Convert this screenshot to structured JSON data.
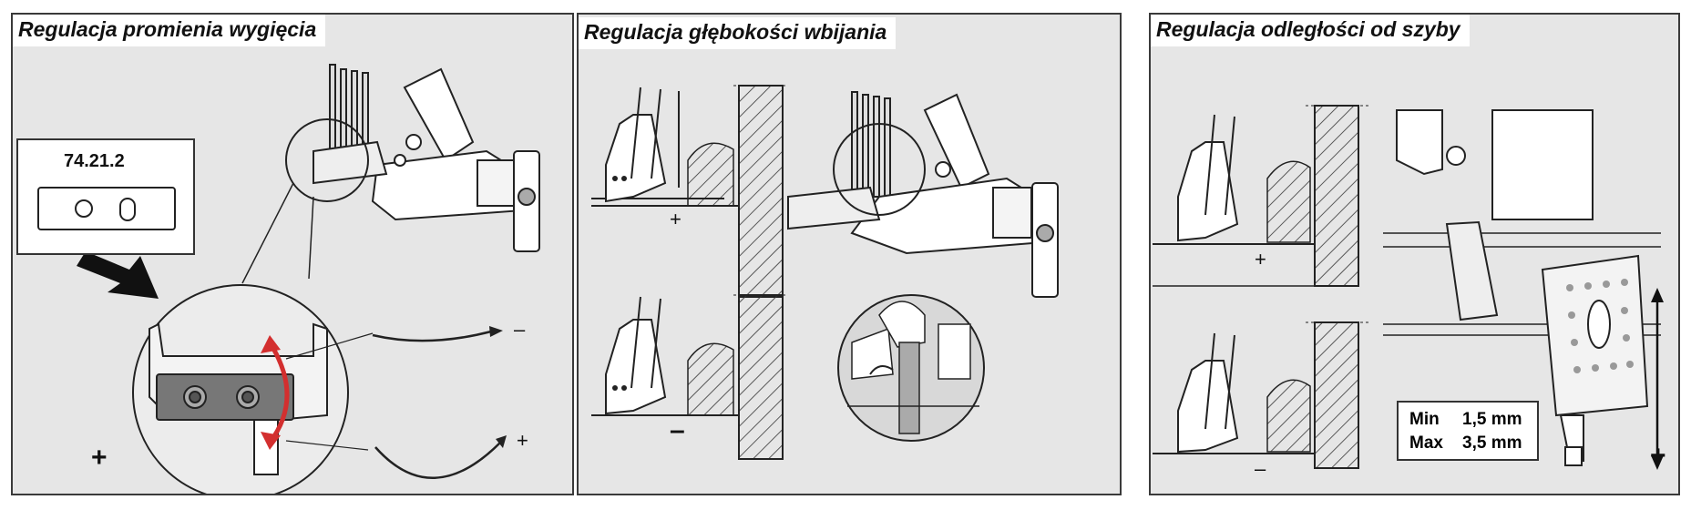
{
  "panels": [
    {
      "title": "Regulacja promienia wygięcia",
      "part_number": "74.21.2",
      "curve_labels": [
        "–",
        "+"
      ],
      "corner_sign": "+"
    },
    {
      "title": "Regulacja głębokości wbijania",
      "signs": [
        "+",
        "–"
      ]
    },
    {
      "title": "Regulacja odległości od szyby",
      "signs": [
        "+",
        "–"
      ],
      "spec": {
        "min_label": "Min",
        "min_value": "1,5 mm",
        "max_label": "Max",
        "max_value": "3,5 mm"
      },
      "axis_sign": "+"
    }
  ],
  "colors": {
    "panel_bg": "#e6e6e6",
    "arrow_accent": "#d32f2f",
    "line": "#333333"
  },
  "icons": [
    "pointer-arrow-icon",
    "red-curved-arrow-icon",
    "vertical-double-arrow-icon"
  ]
}
